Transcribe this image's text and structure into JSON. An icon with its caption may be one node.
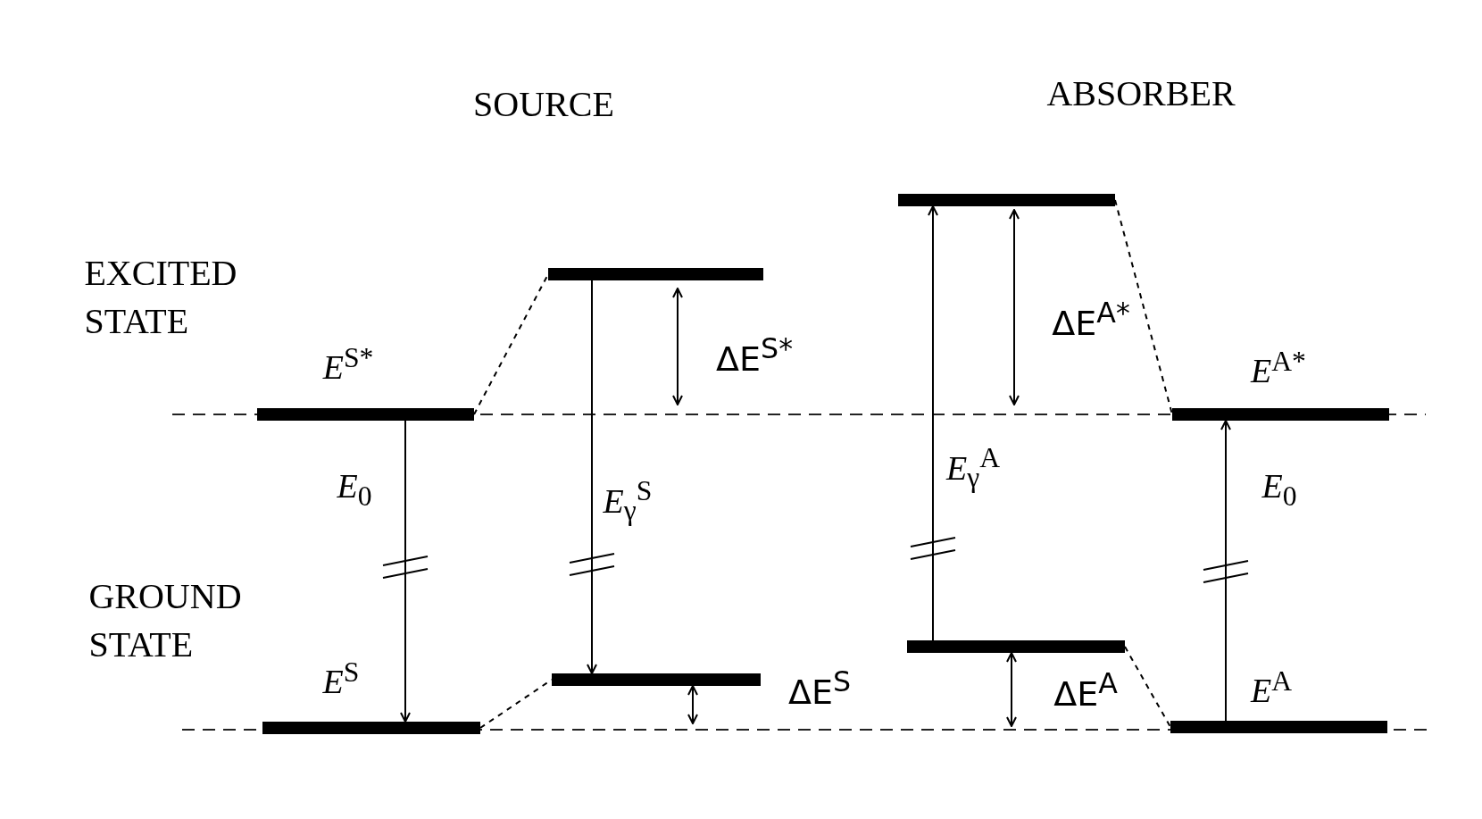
{
  "diagram": {
    "nodes": [
      {
        "text": [],
        "shape": "bar",
        "beside": [
          "*E*$^{S*}$"
        ]
      },
      {
        "text": [],
        "shape": "bar",
        "beside": [
          "*E*$^{S}$"
        ]
      },
      {
        "text": [],
        "shape": "bar"
      },
      {
        "text": [],
        "shape": "bar"
      },
      {
        "text": [],
        "shape": "bar"
      },
      {
        "text": [],
        "shape": "bar"
      },
      {
        "text": [],
        "shape": "bar",
        "beside": [
          "*E*$^{A*}$"
        ]
      },
      {
        "text": [],
        "shape": "bar",
        "beside": [
          "*E*$^{A}$"
        ]
      }
    ],
    "edges": [
      {
        "from": 0,
        "to": 1,
        "arrow": "to",
        "label": "*E*$_{0}$"
      },
      {
        "from": 2,
        "to": 3,
        "arrow": "to",
        "label": "*E*$_{γ}$$^{S}$"
      },
      {
        "from": 5,
        "to": 4,
        "arrow": "to",
        "label": "*E*$_{γ}$$^{A}$"
      },
      {
        "from": 7,
        "to": 6,
        "arrow": "to",
        "label": "*E*$_{0}$"
      },
      {
        "from": 0,
        "to": 2,
        "arrow": "none",
        "style": "dashed"
      },
      {
        "from": 1,
        "to": 3,
        "arrow": "none",
        "style": "dashed"
      },
      {
        "from": 4,
        "to": 6,
        "arrow": "none",
        "style": "dashed"
      },
      {
        "from": 5,
        "to": 7,
        "arrow": "none",
        "style": "dashed"
      }
    ],
    "labels": [
      "SOURCE",
      "ABSORBER",
      "EXCITED STATE",
      "GROUND STATE",
      "ΔE$^{S*}$",
      "ΔE$^{S}$",
      "ΔE$^{A*}$",
      "ΔE$^{A}$"
    ]
  }
}
